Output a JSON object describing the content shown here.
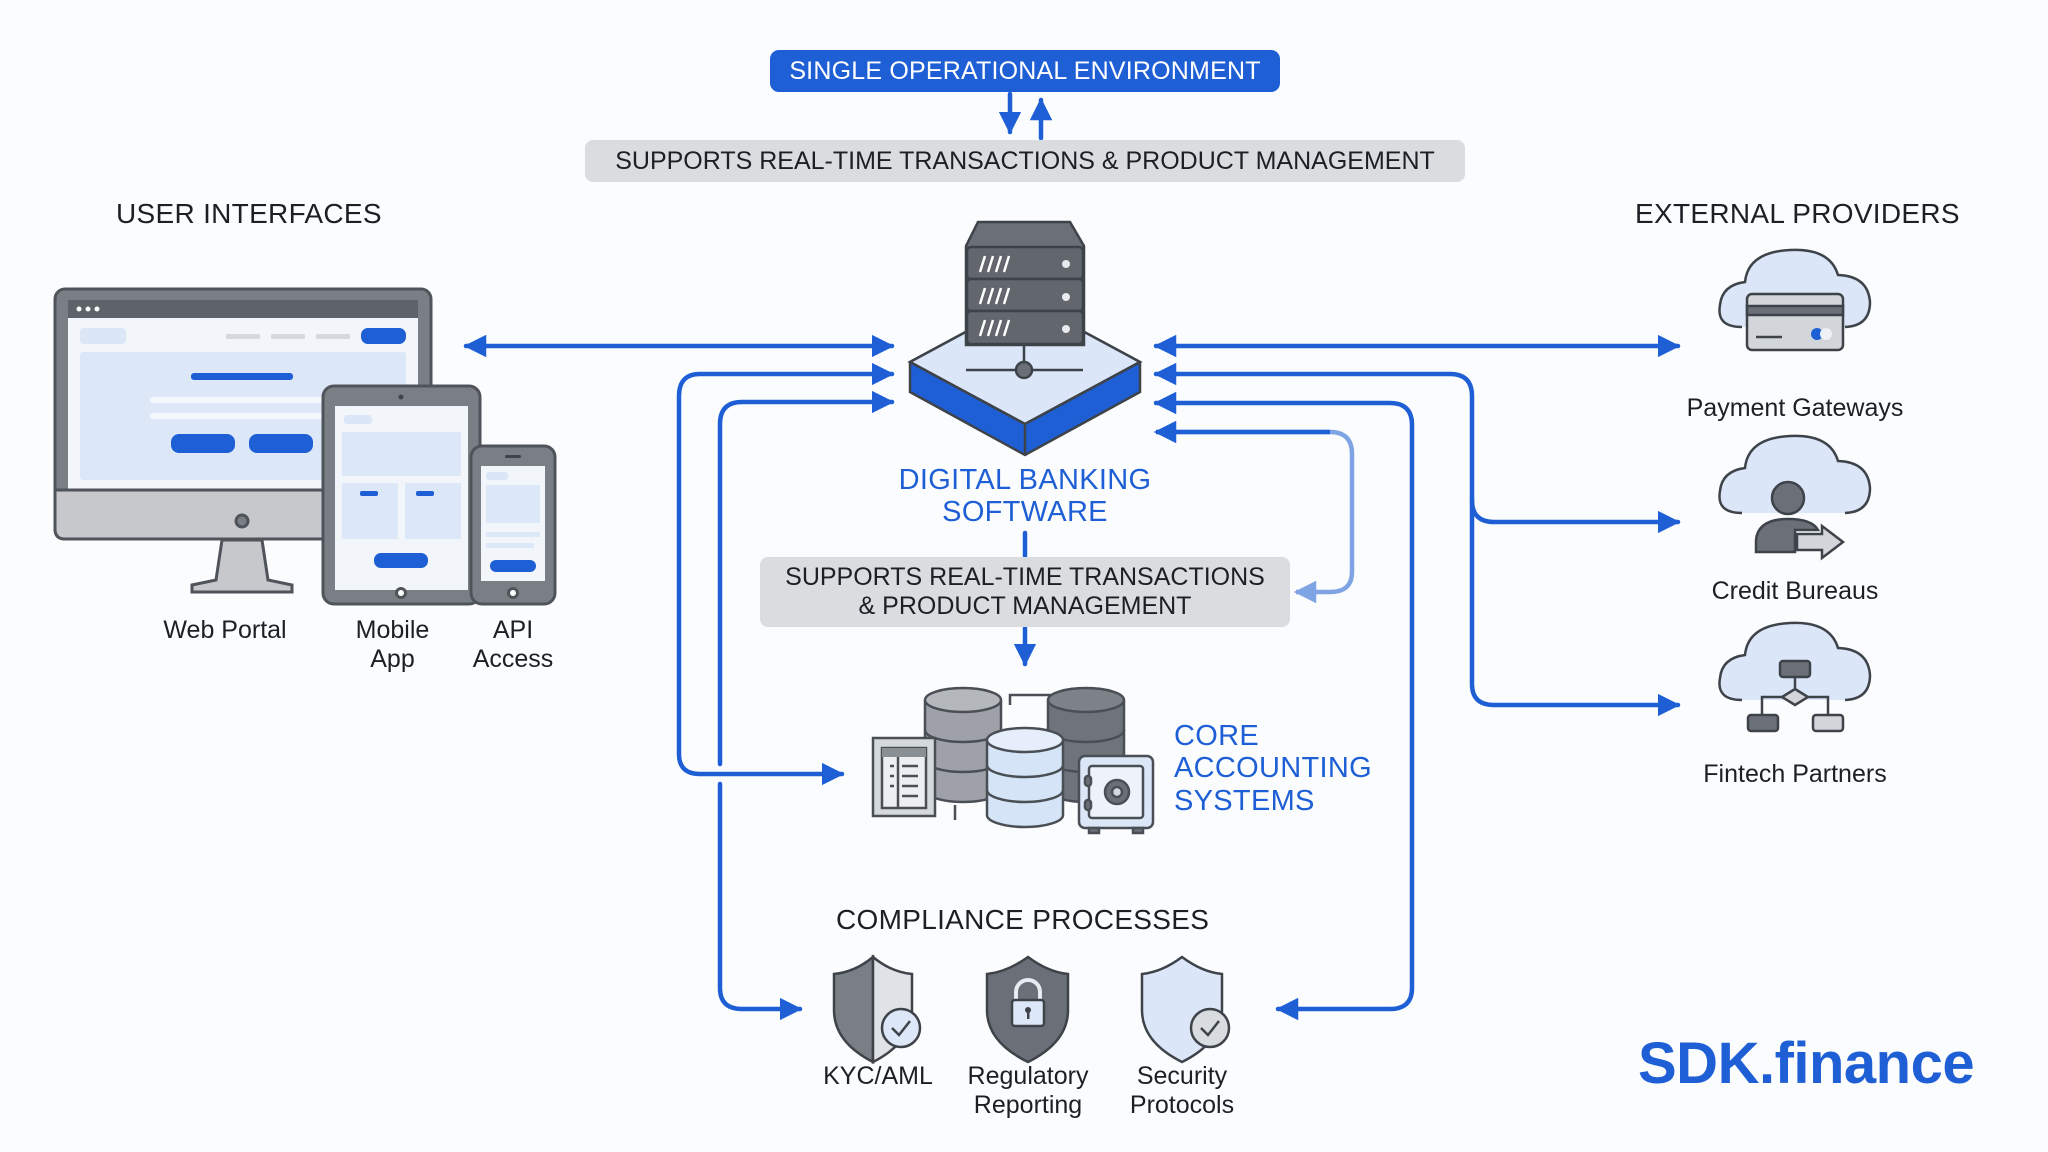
{
  "header": {
    "environment_label": "SINGLE OPERATIONAL ENVIRONMENT",
    "support_label": "SUPPORTS REAL-TIME TRANSACTIONS & PRODUCT MANAGEMENT"
  },
  "user_interfaces": {
    "heading": "USER INTERFACES",
    "items": [
      {
        "label": "Web Portal",
        "icon": "monitor-icon"
      },
      {
        "label": "Mobile App",
        "icon": "tablet-icon"
      },
      {
        "label": "API Access",
        "icon": "phone-icon"
      }
    ]
  },
  "center": {
    "title_line1": "DIGITAL BANKING",
    "title_line2": "SOFTWARE",
    "icon": "server-icon",
    "support_line1": "SUPPORTS REAL-TIME TRANSACTIONS",
    "support_line2": "& PRODUCT MANAGEMENT"
  },
  "core": {
    "title_line1": "CORE",
    "title_line2": "ACCOUNTING",
    "title_line3": "SYSTEMS",
    "icons": [
      "ledger-icon",
      "database-icon",
      "safe-icon"
    ]
  },
  "compliance": {
    "heading": "COMPLIANCE PROCESSES",
    "items": [
      {
        "line1": "KYC/AML",
        "line2": "",
        "icon": "shield-check-icon"
      },
      {
        "line1": "Regulatory",
        "line2": "Reporting",
        "icon": "shield-lock-icon"
      },
      {
        "line1": "Security",
        "line2": "Protocols",
        "icon": "shield-check-icon"
      }
    ]
  },
  "external_providers": {
    "heading": "EXTERNAL PROVIDERS",
    "items": [
      {
        "label": "Payment Gateways",
        "icon": "cloud-card-icon"
      },
      {
        "label": "Credit Bureaus",
        "icon": "cloud-user-icon"
      },
      {
        "label": "Fintech Partners",
        "icon": "cloud-flow-icon"
      }
    ]
  },
  "brand": {
    "logo": "SDK.finance"
  },
  "colors": {
    "accent": "#1e5fd6",
    "grey_box": "#dadcdf",
    "icon_grey": "#6b7078",
    "icon_light": "#d6e4f7"
  }
}
